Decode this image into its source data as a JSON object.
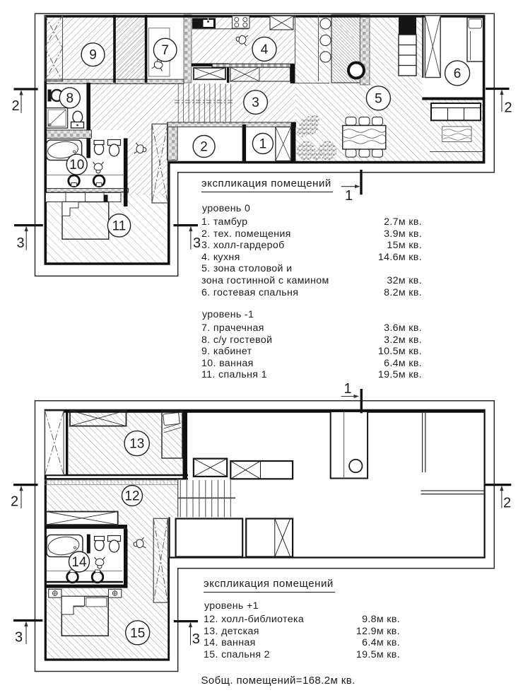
{
  "drawing": {
    "type": "apartment floor plans, two levels",
    "section_markers": {
      "one": "1",
      "two": "2",
      "three": "3"
    }
  },
  "rooms": [
    {
      "number": "1",
      "name": "тамбур"
    },
    {
      "number": "2",
      "name": "тех. помещения"
    },
    {
      "number": "3",
      "name": "холл-гардероб"
    },
    {
      "number": "4",
      "name": "кухня"
    },
    {
      "number": "5",
      "name": "зона столовой и зона гостинной с камином"
    },
    {
      "number": "6",
      "name": "гостевая спальня"
    },
    {
      "number": "7",
      "name": "прачечная"
    },
    {
      "number": "8",
      "name": "с/у гостевой"
    },
    {
      "number": "9",
      "name": "кабинет"
    },
    {
      "number": "10",
      "name": "ванная"
    },
    {
      "number": "11",
      "name": "спальня 1"
    },
    {
      "number": "12",
      "name": "холл-библиотека"
    },
    {
      "number": "13",
      "name": "детская"
    },
    {
      "number": "14",
      "name": "ванная"
    },
    {
      "number": "15",
      "name": "спальня 2"
    }
  ],
  "legend_levels_0_m1": {
    "title": "экспликация помещений",
    "sections": [
      {
        "heading": "уровень 0",
        "rows": [
          {
            "label": "1. тамбур",
            "area": "2.7м кв."
          },
          {
            "label": "2. тех. помещения",
            "area": "3.9м кв."
          },
          {
            "label": "3. холл-гардероб",
            "area": "15м кв."
          },
          {
            "label": "4. кухня",
            "area": "14.6м кв."
          },
          {
            "label": "5. зона столовой и",
            "area": ""
          },
          {
            "label": "зона гостинной с камином",
            "area": "32м кв."
          },
          {
            "label": "6. гостевая спальня",
            "area": "8.2м кв."
          }
        ]
      },
      {
        "heading": "уровень -1",
        "rows": [
          {
            "label": "7. прачечная",
            "area": "3.6м кв."
          },
          {
            "label": "8. с/у гостевой",
            "area": "3.2м кв."
          },
          {
            "label": "9. кабинет",
            "area": "10.5м кв."
          },
          {
            "label": "10. ванная",
            "area": "6.4м кв."
          },
          {
            "label": "11. спальня 1",
            "area": "19.5м кв."
          }
        ]
      }
    ]
  },
  "legend_level_p1": {
    "title": "экспликация помещений",
    "sections": [
      {
        "heading": "уровень +1",
        "rows": [
          {
            "label": "12. холл-библиотека",
            "area": "9.8м кв."
          },
          {
            "label": "13. детская",
            "area": "12.9м кв."
          },
          {
            "label": "14. ванная",
            "area": "6.4м кв."
          },
          {
            "label": "15. спальня 2",
            "area": "19.5м кв."
          }
        ]
      }
    ],
    "total": "Sобщ. помещений=168.2м кв."
  }
}
